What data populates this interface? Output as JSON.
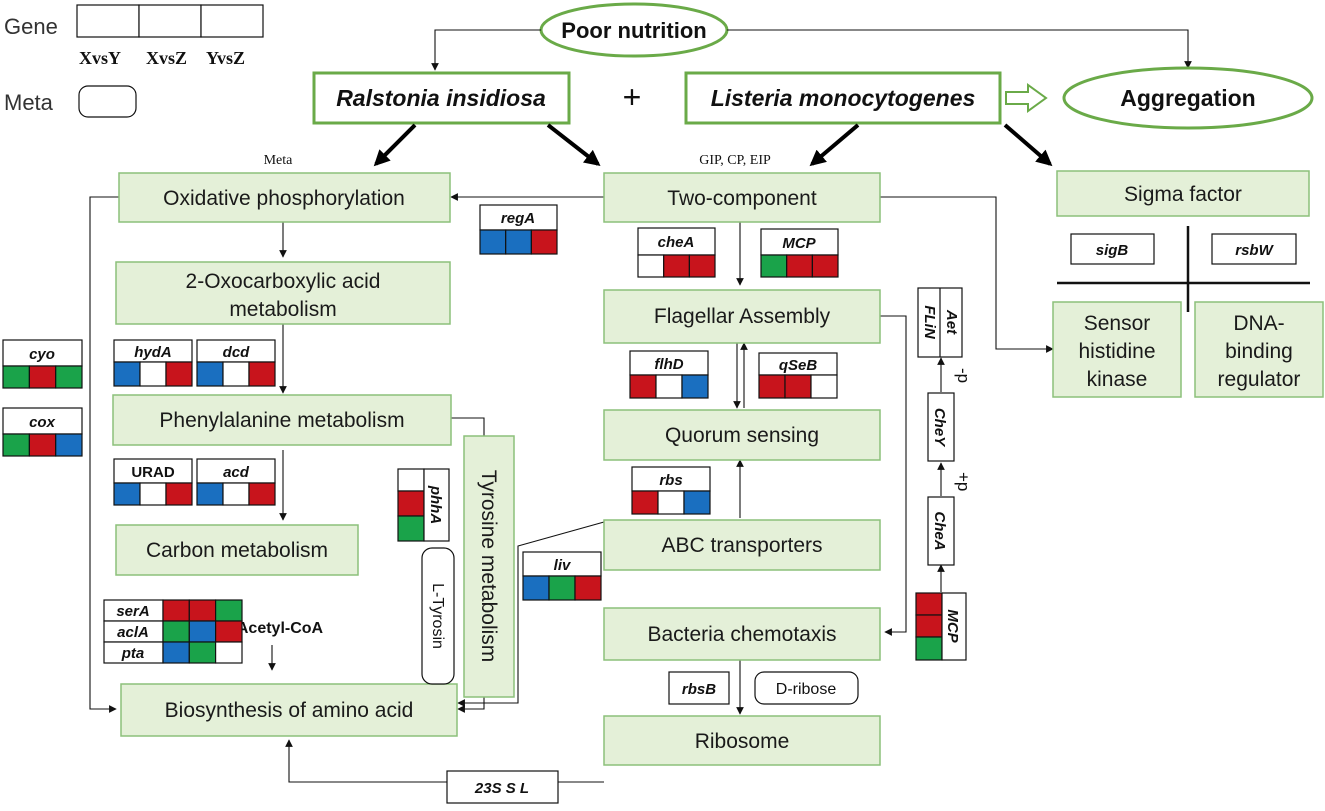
{
  "legend": {
    "gene_label": "Gene",
    "meta_label": "Meta",
    "comparisons": [
      "XvsY",
      "XvsZ",
      "YvsZ"
    ]
  },
  "colors": {
    "up": "#c8141c",
    "down": "#1a6fc0",
    "green": "#1aa34a",
    "none": "#ffffff",
    "pathway_fill": "#e4f0d8",
    "pathway_border": "#8cc07a"
  },
  "top": {
    "poor_nutrition": "Poor nutrition",
    "aggregation": "Aggregation",
    "organism_left": "Ralstonia insidiosa",
    "organism_right": "Listeria monocytogenes",
    "plus": "+",
    "meta_note": "Meta",
    "gip_note": "GIP, CP, EIP"
  },
  "pathways": {
    "oxphos": "Oxidative phosphorylation",
    "oxo_1": "2-Oxocarboxylic acid",
    "oxo_2": "metabolism",
    "phe": "Phenylalanine metabolism",
    "carbon": "Carbon metabolism",
    "biosyn": "Biosynthesis of amino acid",
    "tyrosine": "Tyrosine metabolism",
    "twocomp": "Two-component",
    "flagellar": "Flagellar Assembly",
    "quorum": "Quorum sensing",
    "abc": "ABC transporters",
    "chemotaxis": "Bacteria chemotaxis",
    "ribosome": "Ribosome",
    "sigma": "Sigma factor",
    "sensor_1": "Sensor",
    "sensor_2": "histidine",
    "sensor_3": "kinase",
    "dna_1": "DNA-",
    "dna_2": "binding",
    "dna_3": "regulator"
  },
  "metabolites": {
    "acetyl": "Acetyl-CoA",
    "ltyrosin": "L-Tyrosin",
    "dribose": "D-ribose"
  },
  "genes": {
    "regA": "regA",
    "cheA": "cheA",
    "MCP": "MCP",
    "cyo": "cyo",
    "cox": "cox",
    "hydA": "hydA",
    "dcd": "dcd",
    "URAD": "URAD",
    "acd": "acd",
    "phhA": "phhA",
    "flhD": "flhD",
    "qSeB": "qSeB",
    "rbs": "rbs",
    "liv": "liv",
    "serA": "serA",
    "aclA": "aclA",
    "pta": "pta",
    "rbsB": "rbsB",
    "sigB": "sigB",
    "rsbW": "rsbW",
    "S23": "23S S L",
    "Aet": "Aet",
    "FLiN": "FLiN",
    "CheY": "CheY",
    "CheA_v": "CheA",
    "MCP_v": "MCP"
  },
  "gene_expression": {
    "regA": [
      "down",
      "down",
      "up"
    ],
    "cheA": [
      "none",
      "up",
      "up"
    ],
    "MCP": [
      "green",
      "up",
      "up"
    ],
    "cyo": [
      "green",
      "up",
      "green"
    ],
    "cox": [
      "green",
      "up",
      "down"
    ],
    "hydA": [
      "down",
      "none",
      "up"
    ],
    "dcd": [
      "down",
      "none",
      "up"
    ],
    "URAD": [
      "down",
      "none",
      "up"
    ],
    "acd": [
      "down",
      "none",
      "up"
    ],
    "phhA": [
      "none",
      "up",
      "green"
    ],
    "flhD": [
      "up",
      "none",
      "down"
    ],
    "qSeB": [
      "up",
      "up",
      "none"
    ],
    "rbs": [
      "up",
      "none",
      "down"
    ],
    "liv": [
      "down",
      "green",
      "up"
    ],
    "serA": [
      "up",
      "up",
      "green"
    ],
    "aclA": [
      "green",
      "down",
      "up"
    ],
    "pta": [
      "down",
      "green",
      "none"
    ],
    "MCP_v": [
      "up",
      "up",
      "green"
    ]
  },
  "phospho": {
    "minus": "-p",
    "plus": "+p"
  }
}
